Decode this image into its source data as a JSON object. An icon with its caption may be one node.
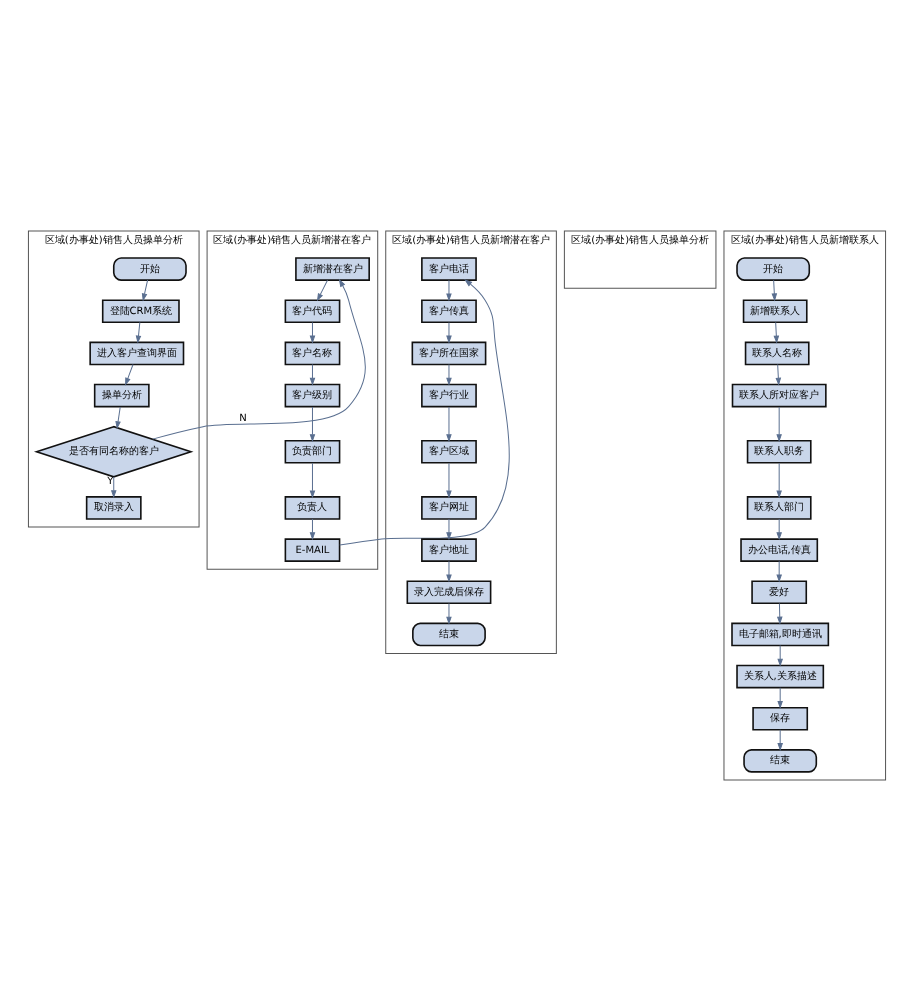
{
  "diagram": {
    "nodes": [
      {
        "text": [
          "区域(办事处)销售人员操单分析"
        ]
      },
      {
        "text": [
          "开始"
        ],
        "in": 0
      },
      {
        "text": [
          "登陆CRM系统"
        ],
        "in": 0
      },
      {
        "text": [
          "进入客户查询界面"
        ],
        "in": 0
      },
      {
        "text": [
          "操单分析"
        ],
        "in": 0
      },
      {
        "text": [
          "是否有同名称的客户"
        ],
        "in": 0
      },
      {
        "text": [
          "取消录入"
        ],
        "in": 0
      },
      {
        "text": [
          "区域(办事处)销售人员操单分析"
        ]
      },
      {
        "text": [
          "区域(办事处)销售人员新增潜在客户"
        ]
      },
      {
        "text": [
          "新增潜在客户"
        ],
        "in": 8
      },
      {
        "text": [
          "客户代码"
        ],
        "in": 8
      },
      {
        "text": [
          "客户名称"
        ],
        "in": 8
      },
      {
        "text": [
          "客户级别"
        ],
        "in": 8
      },
      {
        "text": [
          "负责部门"
        ],
        "in": 8
      },
      {
        "text": [
          "负责人"
        ],
        "in": 8
      },
      {
        "text": [
          "E-MAIL"
        ],
        "in": 8
      },
      {
        "text": [
          "区域(办事处)销售人员新增潜在客户"
        ]
      },
      {
        "text": [
          "客户电话"
        ],
        "in": 16
      },
      {
        "text": [
          "客户传真"
        ],
        "in": 16
      },
      {
        "text": [
          "客户所在国家"
        ],
        "in": 16
      },
      {
        "text": [
          "客户行业"
        ],
        "in": 16
      },
      {
        "text": [
          "客户区域"
        ],
        "in": 16
      },
      {
        "text": [
          "客户网址"
        ],
        "in": 16
      },
      {
        "text": [
          "客户地址"
        ],
        "in": 16
      },
      {
        "text": [
          "录入完成后保存"
        ],
        "in": 16
      },
      {
        "text": [
          "结束"
        ],
        "in": 16
      },
      {
        "text": [
          "区域(办事处)销售人员新增联系人"
        ]
      },
      {
        "text": [
          "开始"
        ],
        "in": 26
      },
      {
        "text": [
          "新增联系人"
        ],
        "in": 26
      },
      {
        "text": [
          "联系人名称"
        ],
        "in": 26
      },
      {
        "text": [
          "联系人所对应客户"
        ],
        "in": 26
      },
      {
        "text": [
          "联系人职务"
        ],
        "in": 26
      },
      {
        "text": [
          "联系人部门"
        ],
        "in": 26
      },
      {
        "text": [
          "办公电话,传真"
        ],
        "in": 26
      },
      {
        "text": [
          "爱好"
        ],
        "in": 26
      },
      {
        "text": [
          "电子邮箱,即时通讯"
        ],
        "in": 26
      },
      {
        "text": [
          "关系人,关系描述"
        ],
        "in": 26
      },
      {
        "text": [
          "保存"
        ],
        "in": 26
      },
      {
        "text": [
          "结束"
        ],
        "in": 26
      }
    ],
    "edges": [
      {
        "from": 1,
        "to": 2,
        "arrow": "to"
      },
      {
        "from": 2,
        "to": 3,
        "arrow": "to"
      },
      {
        "from": 3,
        "to": 4,
        "arrow": "to"
      },
      {
        "from": 4,
        "to": 5,
        "arrow": "to"
      },
      {
        "from": 5,
        "to": 6,
        "arrow": "to",
        "label": "Y"
      },
      {
        "from": 5,
        "to": 9,
        "arrow": "to",
        "label": "N"
      },
      {
        "from": 9,
        "to": 10,
        "arrow": "to"
      },
      {
        "from": 10,
        "to": 11,
        "arrow": "to"
      },
      {
        "from": 11,
        "to": 12,
        "arrow": "to"
      },
      {
        "from": 12,
        "to": 13,
        "arrow": "to"
      },
      {
        "from": 13,
        "to": 14,
        "arrow": "to"
      },
      {
        "from": 14,
        "to": 15,
        "arrow": "to"
      },
      {
        "from": 15,
        "to": 17,
        "arrow": "to"
      },
      {
        "from": 17,
        "to": 18,
        "arrow": "to"
      },
      {
        "from": 18,
        "to": 19,
        "arrow": "to"
      },
      {
        "from": 19,
        "to": 20,
        "arrow": "to"
      },
      {
        "from": 20,
        "to": 21,
        "arrow": "to"
      },
      {
        "from": 21,
        "to": 22,
        "arrow": "to"
      },
      {
        "from": 22,
        "to": 23,
        "arrow": "to"
      },
      {
        "from": 23,
        "to": 24,
        "arrow": "to"
      },
      {
        "from": 24,
        "to": 25,
        "arrow": "to"
      },
      {
        "from": 27,
        "to": 28,
        "arrow": "to"
      },
      {
        "from": 28,
        "to": 29,
        "arrow": "to"
      },
      {
        "from": 29,
        "to": 30,
        "arrow": "to"
      },
      {
        "from": 30,
        "to": 31,
        "arrow": "to"
      },
      {
        "from": 31,
        "to": 32,
        "arrow": "to"
      },
      {
        "from": 32,
        "to": 33,
        "arrow": "to"
      },
      {
        "from": 33,
        "to": 34,
        "arrow": "to"
      },
      {
        "from": 34,
        "to": 35,
        "arrow": "to"
      },
      {
        "from": 35,
        "to": 36,
        "arrow": "to"
      },
      {
        "from": 36,
        "to": 37,
        "arrow": "to"
      },
      {
        "from": 37,
        "to": 38,
        "arrow": "to"
      }
    ]
  }
}
